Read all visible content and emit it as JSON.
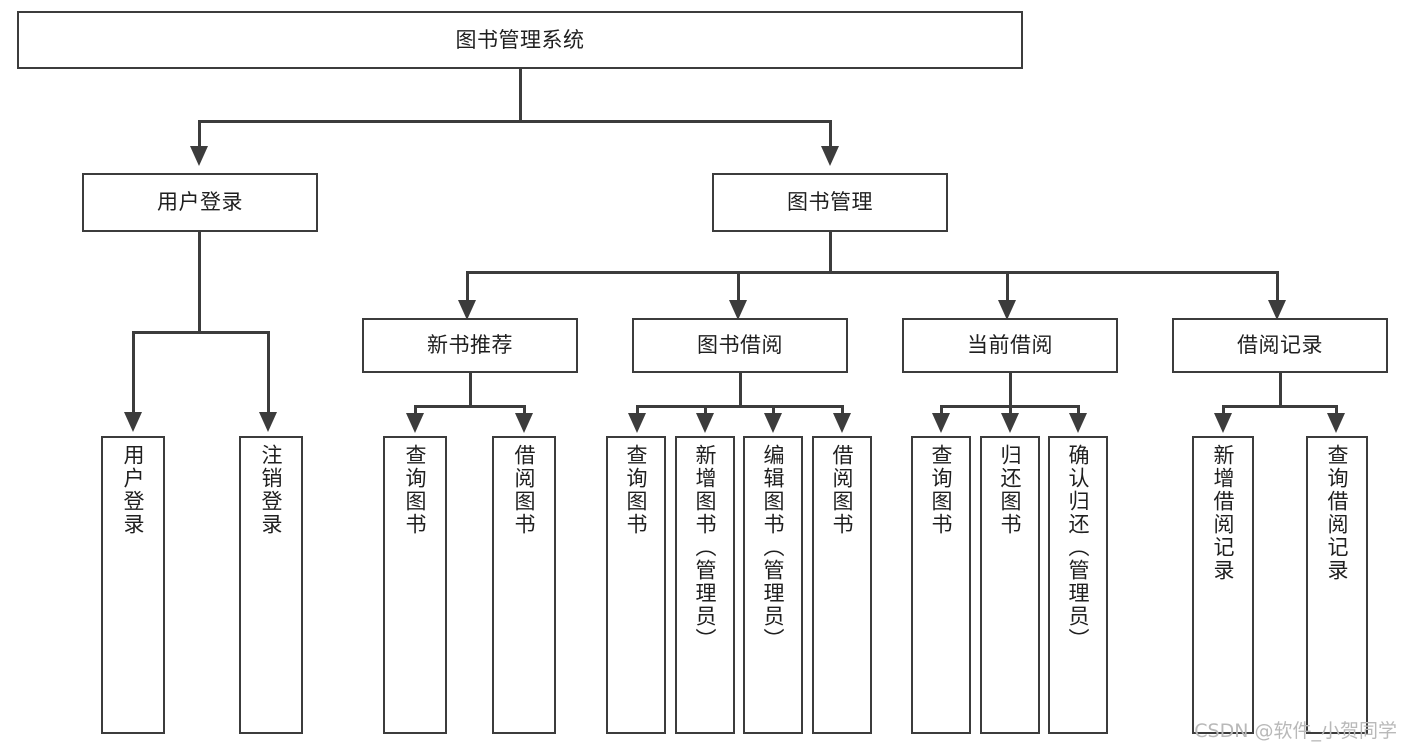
{
  "diagram": {
    "title": "图书管理系统",
    "type": "tree",
    "root": {
      "label": "图书管理系统"
    },
    "level2": [
      {
        "label": "用户登录"
      },
      {
        "label": "图书管理"
      }
    ],
    "level3": [
      {
        "label": "新书推荐"
      },
      {
        "label": "图书借阅"
      },
      {
        "label": "当前借阅"
      },
      {
        "label": "借阅记录"
      }
    ],
    "leaves": {
      "user_login": [
        {
          "label": "用户登录"
        },
        {
          "label": "注销登录"
        }
      ],
      "new_book": [
        {
          "label": "查询图书"
        },
        {
          "label": "借阅图书"
        }
      ],
      "book_borrow": [
        {
          "label": "查询图书"
        },
        {
          "label": "新增图书（管理员）"
        },
        {
          "label": "编辑图书（管理员）"
        },
        {
          "label": "借阅图书"
        }
      ],
      "current_borrow": [
        {
          "label": "查询图书"
        },
        {
          "label": "归还图书"
        },
        {
          "label": "确认归还（管理员）"
        }
      ],
      "borrow_record": [
        {
          "label": "新增借阅记录"
        },
        {
          "label": "查询借阅记录"
        }
      ]
    }
  },
  "watermark": {
    "text": "CSDN @软件_小贺同学"
  },
  "colors": {
    "stroke": "#3c3c3c",
    "text": "#1f1f1f",
    "background": "#ffffff",
    "watermark": "#b9b9b9"
  }
}
